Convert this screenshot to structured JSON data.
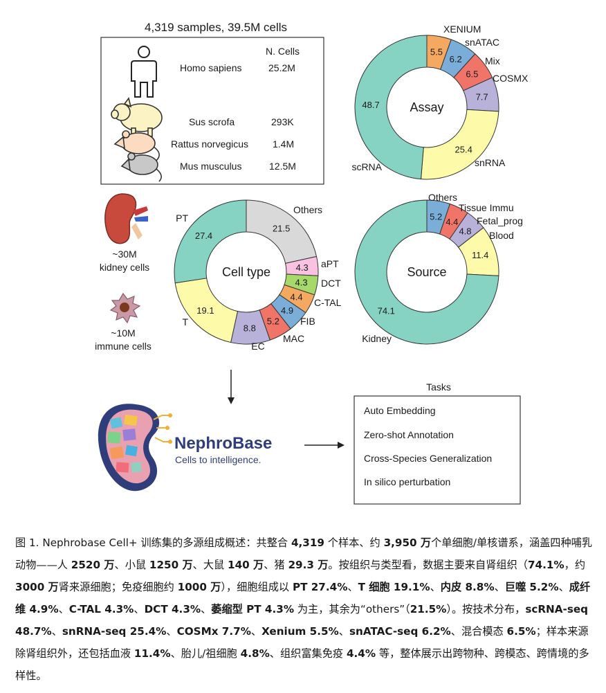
{
  "figure": {
    "species_panel": {
      "summary": "4,319 samples, 39.5M cells",
      "column_header": "N. Cells",
      "species": [
        {
          "name": "Homo sapiens",
          "cells": "25.2M"
        },
        {
          "name": "Sus scrofa",
          "cells": "293K"
        },
        {
          "name": "Rattus norvegicus",
          "cells": "1.4M"
        },
        {
          "name": "Mus musculus",
          "cells": "12.5M"
        }
      ]
    },
    "kidney_cells_label": [
      "~30M",
      "kidney cells"
    ],
    "immune_cells_label": [
      "~10M",
      "immune cells"
    ],
    "logo": {
      "name_prefix": "Nephro",
      "name_suffix": "Base",
      "tagline": "Cells to intelligence."
    },
    "tasks": {
      "title": "Tasks",
      "items": [
        "Auto Embedding",
        "Zero-shot Annotation",
        "Cross-Species Generalization",
        "In silico perturbation"
      ]
    }
  },
  "chart_data": [
    {
      "type": "pie",
      "title": "Assay",
      "labels": [
        "XENIUM",
        "snATAC",
        "Mix",
        "COSMX",
        "snRNA",
        "scRNA"
      ],
      "values": [
        5.5,
        6.2,
        6.5,
        7.7,
        25.4,
        48.7
      ],
      "value_labels": [
        "5.5",
        "6.2",
        "6.5",
        "7.7",
        "25.4",
        "48.7"
      ],
      "colors": [
        "#f5a860",
        "#7aaed8",
        "#f07468",
        "#b8b2db",
        "#fdfbaa",
        "#86d2c3"
      ]
    },
    {
      "type": "pie",
      "title": "Cell type",
      "labels": [
        "Others",
        "aPT",
        "DCT",
        "C-TAL",
        "FIB",
        "MAC",
        "EC",
        "T",
        "PT"
      ],
      "values": [
        21.5,
        4.3,
        4.3,
        4.4,
        4.9,
        5.2,
        8.8,
        19.1,
        27.4
      ],
      "value_labels": [
        "21.5",
        "4.3",
        "4.3",
        "4.4",
        "4.9",
        "5.2",
        "8.8",
        "19.1",
        "27.4"
      ],
      "colors": [
        "#d9d9d9",
        "#f8c2e0",
        "#a6d86a",
        "#f5a860",
        "#7aaed8",
        "#f07468",
        "#b8b2db",
        "#fdfbaa",
        "#86d2c3"
      ]
    },
    {
      "type": "pie",
      "title": "Source",
      "labels": [
        "Others",
        "Tissue Immu",
        "Fetal_prog",
        "Blood",
        "Kidney"
      ],
      "values": [
        5.2,
        4.4,
        4.8,
        11.4,
        74.1
      ],
      "value_labels": [
        "5.2",
        "4.4",
        "4.8",
        "11.4",
        "74.1"
      ],
      "colors": [
        "#7aaed8",
        "#f07468",
        "#b8b2db",
        "#fdfbaa",
        "#86d2c3"
      ]
    }
  ],
  "caption": [
    {
      "t": "图 1. Nephrobase Cell+ 训练集的多源组成概述：共整合 ",
      "b": false
    },
    {
      "t": "4,319",
      "b": true
    },
    {
      "t": " 个样本、约 ",
      "b": false
    },
    {
      "t": "3,950 万",
      "b": true
    },
    {
      "t": "个单细胞/单核谱系，涵盖四种哺乳动物——人 ",
      "b": false
    },
    {
      "t": "2520 万",
      "b": true
    },
    {
      "t": "、小鼠 ",
      "b": false
    },
    {
      "t": "1250 万",
      "b": true
    },
    {
      "t": "、大鼠 ",
      "b": false
    },
    {
      "t": "140 万",
      "b": true
    },
    {
      "t": "、猪 ",
      "b": false
    },
    {
      "t": "29.3 万",
      "b": true
    },
    {
      "t": "。按组织与类型看，数据主要来自肾组织（",
      "b": false
    },
    {
      "t": "74.1%",
      "b": true
    },
    {
      "t": "，约 ",
      "b": false
    },
    {
      "t": "3000 万",
      "b": true
    },
    {
      "t": "肾来源细胞；免疫细胞约 ",
      "b": false
    },
    {
      "t": "1000 万",
      "b": true
    },
    {
      "t": "），细胞组成以 ",
      "b": false
    },
    {
      "t": "PT 27.4%",
      "b": true
    },
    {
      "t": "、",
      "b": false
    },
    {
      "t": "T 细胞 19.1%",
      "b": true
    },
    {
      "t": "、",
      "b": false
    },
    {
      "t": "内皮 8.8%",
      "b": true
    },
    {
      "t": "、",
      "b": false
    },
    {
      "t": "巨噬 5.2%",
      "b": true
    },
    {
      "t": "、",
      "b": false
    },
    {
      "t": "成纤维 4.9%",
      "b": true
    },
    {
      "t": "、",
      "b": false
    },
    {
      "t": "C-TAL 4.3%",
      "b": true
    },
    {
      "t": "、",
      "b": false
    },
    {
      "t": "DCT 4.3%",
      "b": true
    },
    {
      "t": "、",
      "b": false
    },
    {
      "t": "萎缩型 PT 4.3%",
      "b": true
    },
    {
      "t": " 为主，其余为“others”（",
      "b": false
    },
    {
      "t": "21.5%",
      "b": true
    },
    {
      "t": "）。按技术分布，",
      "b": false
    },
    {
      "t": "scRNA-seq 48.7%",
      "b": true
    },
    {
      "t": "、",
      "b": false
    },
    {
      "t": "snRNA-seq 25.4%",
      "b": true
    },
    {
      "t": "、",
      "b": false
    },
    {
      "t": "COSMx 7.7%",
      "b": true
    },
    {
      "t": "、",
      "b": false
    },
    {
      "t": "Xenium 5.5%",
      "b": true
    },
    {
      "t": "、",
      "b": false
    },
    {
      "t": "snATAC-seq 6.2%",
      "b": true
    },
    {
      "t": "、混合模态 ",
      "b": false
    },
    {
      "t": "6.5%",
      "b": true
    },
    {
      "t": "；样本来源除肾组织外，还包括血液 ",
      "b": false
    },
    {
      "t": "11.4%",
      "b": true
    },
    {
      "t": "、胎儿/祖细胞 ",
      "b": false
    },
    {
      "t": "4.8%",
      "b": true
    },
    {
      "t": "、组织富集免疫 ",
      "b": false
    },
    {
      "t": "4.4%",
      "b": true
    },
    {
      "t": " 等，整体展示出跨物种、跨模态、跨情境的多样性。",
      "b": false
    }
  ]
}
